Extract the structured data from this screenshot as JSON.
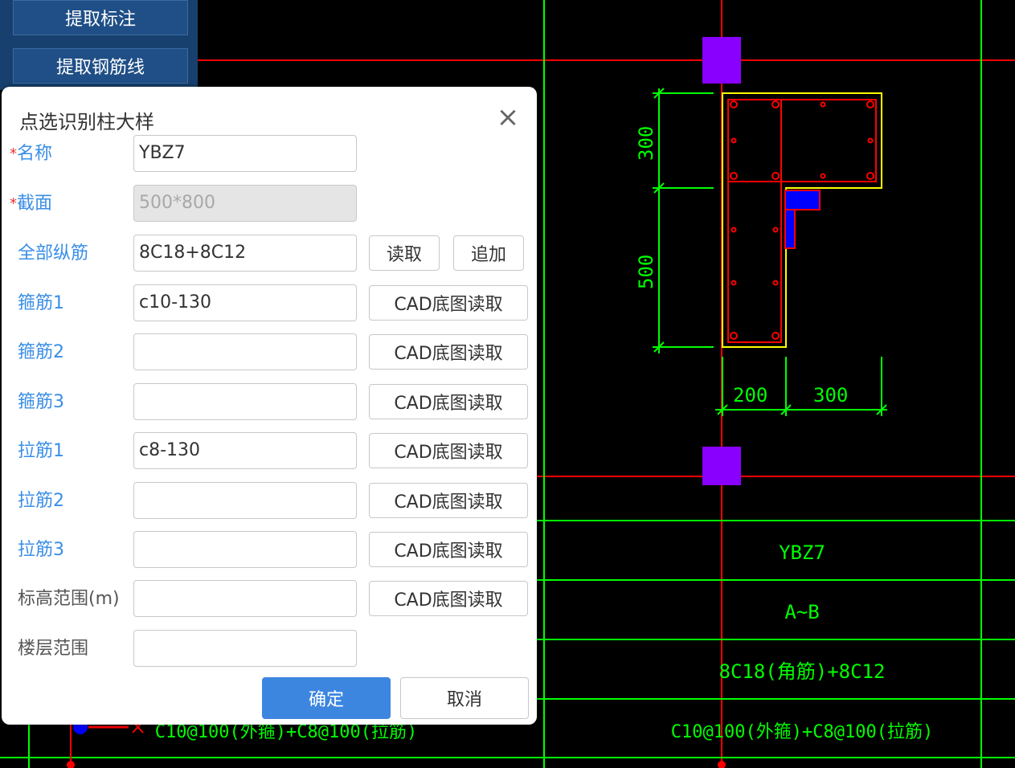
{
  "sidebar": {
    "buttons": [
      "提取标注",
      "提取钢筋线"
    ]
  },
  "drawing": {
    "dims": {
      "d300": "300",
      "d500": "500",
      "d200": "200",
      "d300b": "300"
    },
    "table": {
      "name": "YBZ7",
      "range": "A~B",
      "longitudinal": "8C18(角筋)+8C12",
      "stirrup": "C10@100(外箍)+C8@100(拉筋)",
      "stirrup_left": "C10@100(外箍)+C8@100(拉筋)"
    },
    "colors": {
      "red": "#ff0000",
      "green": "#00ff00",
      "yellow": "#ffff00",
      "purple": "#8a00ff",
      "blue": "#0000ff"
    }
  },
  "dialog": {
    "title": "点选识别柱大样",
    "close_icon": "close-icon",
    "fields": {
      "name": {
        "label": "名称",
        "value": "YBZ7",
        "required": "*"
      },
      "section": {
        "label": "截面",
        "value": "500*800",
        "required": "*"
      },
      "all_rebar": {
        "label": "全部纵筋",
        "value": "8C18+8C12"
      },
      "stirrup1": {
        "label": "箍筋1",
        "value": "c10-130"
      },
      "stirrup2": {
        "label": "箍筋2",
        "value": ""
      },
      "stirrup3": {
        "label": "箍筋3",
        "value": ""
      },
      "tie1": {
        "label": "拉筋1",
        "value": "c8-130"
      },
      "tie2": {
        "label": "拉筋2",
        "value": ""
      },
      "tie3": {
        "label": "拉筋3",
        "value": ""
      },
      "elevation": {
        "label": "标高范围(m)",
        "value": ""
      },
      "floor": {
        "label": "楼层范围",
        "value": ""
      }
    },
    "buttons": {
      "read": "读取",
      "append": "追加",
      "cad_read": "CAD底图读取",
      "ok": "确定",
      "cancel": "取消"
    }
  }
}
